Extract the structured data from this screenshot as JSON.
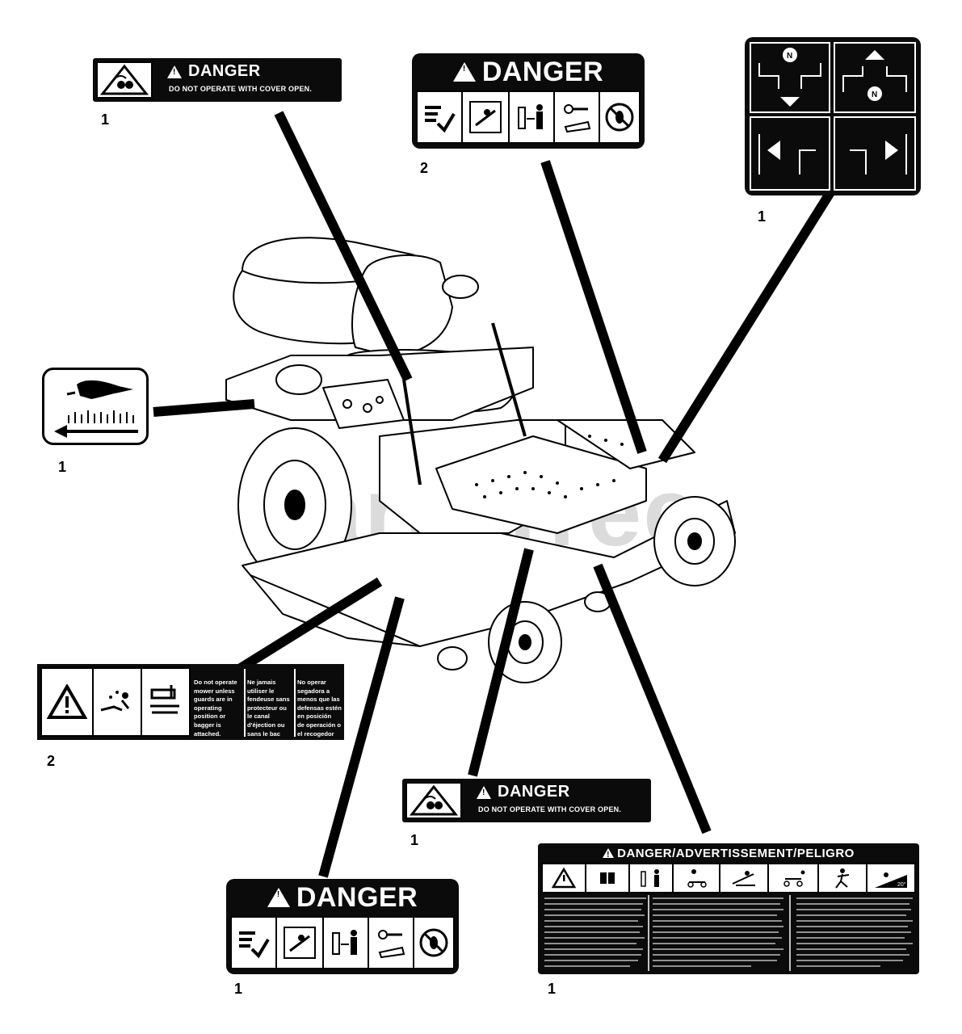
{
  "labels": {
    "danger_word": "DANGER",
    "cover_open_text": "DO NOT OPERATE WITH COVER OPEN.",
    "multilang_header": "DANGER/ADVERTISSEMENT/PELIGRO",
    "deflector_en": "Do not operate\nmower unless\nguards are in\noperating\nposition or\nbagger is\nattached.",
    "deflector_fr": "Ne jamais\nutiliser le\nfendeuse sans\nprotecteur ou\nle canal\nd'éjection ou\nsans le bac\nmonté.",
    "deflector_es": "No operar\nsegadora a\nmenos que las\ndefensas estén\nen posición\nde operación o\nel recogedor\nesté fijo."
  },
  "callouts": {
    "top_left_decal": "1",
    "top_center_decal": "2",
    "top_right_decal": "1",
    "hand_decal": "1",
    "deflector_decal": "2",
    "center_cover_decal": "1",
    "bottom_danger_decal": "1",
    "bottom_multilang_decal": "1"
  },
  "watermark": "PartsTree",
  "colors": {
    "ink": "#0b0b0b",
    "paper": "#ffffff"
  }
}
